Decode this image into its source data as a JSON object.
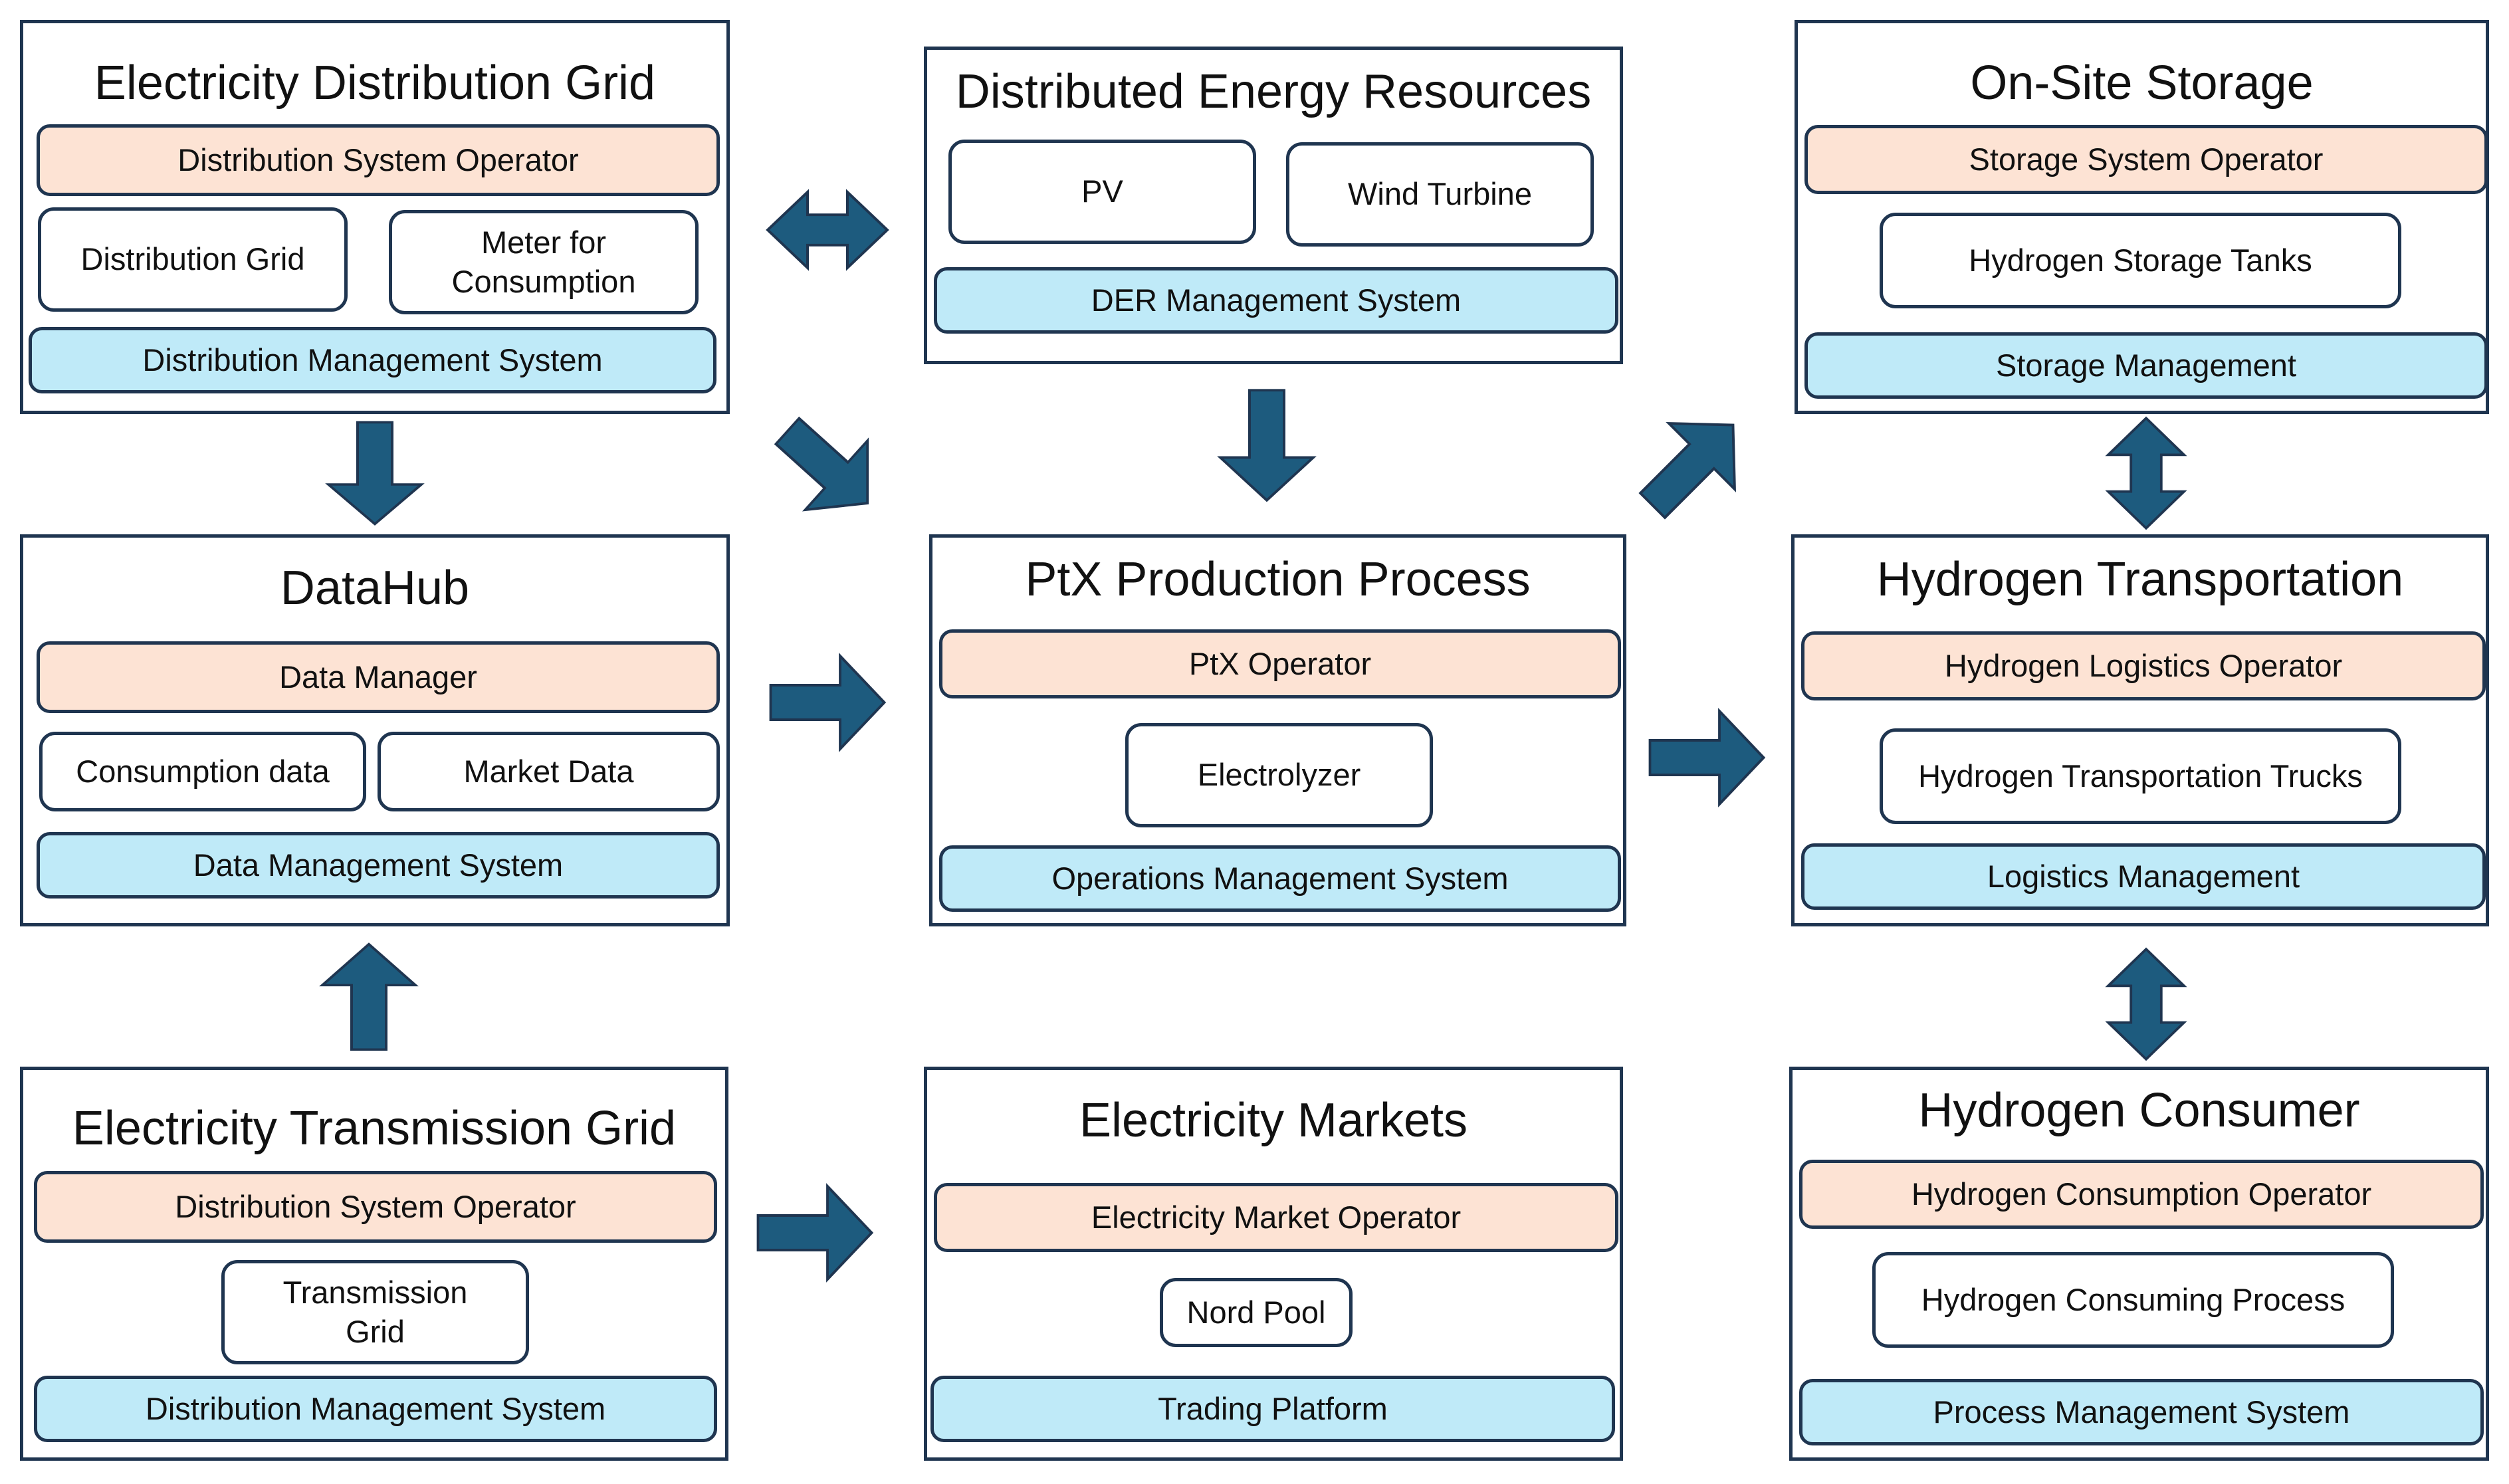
{
  "colors": {
    "border": "#1f3550",
    "role_fill": "#fde3d4",
    "system_fill": "#bfeaf8",
    "arrow": "#1d5b7e"
  },
  "panels": {
    "edg": {
      "title": "Electricity Distribution Grid",
      "role": "Distribution System Operator",
      "components": [
        "Distribution Grid",
        "Meter for\nConsumption"
      ],
      "system": "Distribution Management System"
    },
    "der": {
      "title": "Distributed Energy Resources",
      "components": [
        "PV",
        "Wind Turbine"
      ],
      "system": "DER Management System"
    },
    "oss": {
      "title": "On-Site Storage",
      "role": "Storage System Operator",
      "components": [
        "Hydrogen Storage Tanks"
      ],
      "system": "Storage Management"
    },
    "datahub": {
      "title": "DataHub",
      "role": "Data Manager",
      "components": [
        "Consumption data",
        "Market Data"
      ],
      "system": "Data Management System"
    },
    "ptx": {
      "title": "PtX Production Process",
      "role": "PtX Operator",
      "components": [
        "Electrolyzer"
      ],
      "system": "Operations Management System"
    },
    "h2t": {
      "title": "Hydrogen Transportation",
      "role": "Hydrogen Logistics Operator",
      "components": [
        "Hydrogen Transportation Trucks"
      ],
      "system": "Logistics Management"
    },
    "etg": {
      "title": "Electricity Transmission Grid",
      "role": "Distribution System Operator",
      "components": [
        "Transmission\nGrid"
      ],
      "system": "Distribution Management System"
    },
    "em": {
      "title": "Electricity Markets",
      "role": "Electricity Market Operator",
      "components": [
        "Nord Pool"
      ],
      "system": "Trading Platform"
    },
    "h2c": {
      "title": "Hydrogen Consumer",
      "role": "Hydrogen Consumption Operator",
      "components": [
        "Hydrogen Consuming Process"
      ],
      "system": "Process Management System"
    }
  }
}
